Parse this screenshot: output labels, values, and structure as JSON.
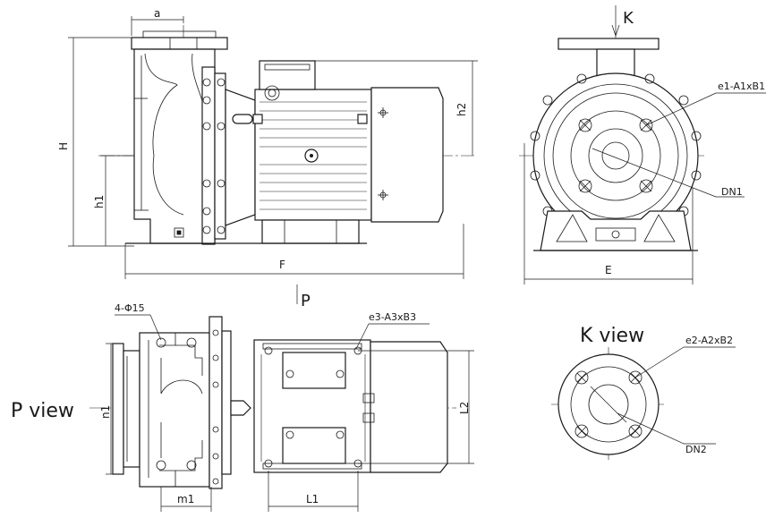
{
  "views": {
    "front": {
      "dims": {
        "a": "a",
        "H": "H",
        "h1": "h1",
        "h2": "h2",
        "F": "F"
      }
    },
    "side": {
      "dims": {
        "E": "E"
      },
      "callouts": {
        "flange_outlet": "e1-A1xB1",
        "dn_inlet": "DN1"
      },
      "arrow_label": "K"
    },
    "plan": {
      "title": "P view",
      "arrow_label": "P",
      "dims": {
        "n1": "n1",
        "m1": "m1",
        "L1": "L1",
        "L2": "L2"
      },
      "callouts": {
        "base_holes": "4-Φ15",
        "motor_holes": "e3-A3xB3"
      }
    },
    "k_view": {
      "title": "K view",
      "callouts": {
        "flange": "e2-A2xB2",
        "dn_outlet": "DN2"
      }
    }
  }
}
